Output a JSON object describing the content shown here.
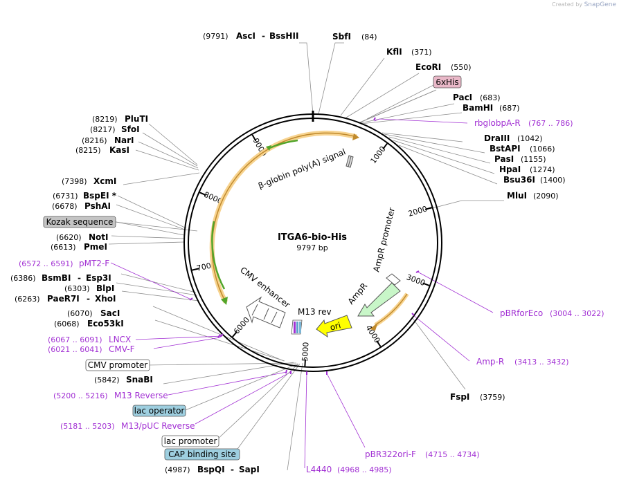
{
  "credit": {
    "prefix": "Created by",
    "brand": "SnapGene"
  },
  "plasmid": {
    "name": "ITGA6-bio-His",
    "size": "9797 bp"
  },
  "ticks": [
    {
      "label": "1000",
      "bp": 1000
    },
    {
      "label": "2000",
      "bp": 2000
    },
    {
      "label": "3000",
      "bp": 3000
    },
    {
      "label": "4000",
      "bp": 4000
    },
    {
      "label": "5000",
      "bp": 5000
    },
    {
      "label": "6000",
      "bp": 6000
    },
    {
      "label": "7000",
      "bp": 7000
    },
    {
      "label": "8000",
      "bp": 8000
    },
    {
      "label": "9000",
      "bp": 9000
    }
  ],
  "features": [
    {
      "name": "β-globin poly(A) signal",
      "type": "polyA"
    },
    {
      "name": "AmpR promoter",
      "type": "promoter"
    },
    {
      "name": "AmpR",
      "type": "cds"
    },
    {
      "name": "ori",
      "type": "ori"
    },
    {
      "name": "M13 rev",
      "type": "primer_bind"
    },
    {
      "name": "CMV enhancer",
      "type": "enhancer"
    }
  ],
  "labels": {
    "sites": [
      {
        "pos": "(9791)",
        "name": "AscI",
        "name2": "BssHII"
      },
      {
        "pos": "(84)",
        "name": "SbfI"
      },
      {
        "pos": "(371)",
        "name": "KflI"
      },
      {
        "pos": "(550)",
        "name": "EcoRI"
      },
      {
        "pos": "(683)",
        "name": "PacI"
      },
      {
        "pos": "(687)",
        "name": "BamHI"
      },
      {
        "pos": "(1042)",
        "name": "DraIII"
      },
      {
        "pos": "(1066)",
        "name": "BstAPI"
      },
      {
        "pos": "(1155)",
        "name": "PasI"
      },
      {
        "pos": "(1274)",
        "name": "HpaI"
      },
      {
        "pos": "(1400)",
        "name": "Bsu36I"
      },
      {
        "pos": "(2090)",
        "name": "MluI"
      },
      {
        "pos": "(3759)",
        "name": "FspI"
      },
      {
        "pos": "(4987)",
        "name": "BspQI",
        "name2": "SapI"
      },
      {
        "pos": "(5842)",
        "name": "SnaBI"
      },
      {
        "pos": "(6068)",
        "name": "Eco53kI"
      },
      {
        "pos": "(6070)",
        "name": "SacI"
      },
      {
        "pos": "(6263)",
        "name": "PaeR7I",
        "name2": "XhoI"
      },
      {
        "pos": "(6303)",
        "name": "BlpI"
      },
      {
        "pos": "(6386)",
        "name": "BsmBI",
        "name2": "Esp3I"
      },
      {
        "pos": "(6613)",
        "name": "PmeI"
      },
      {
        "pos": "(6620)",
        "name": "NotI"
      },
      {
        "pos": "(6678)",
        "name": "PshAI"
      },
      {
        "pos": "(6731)",
        "name": "BspEI *"
      },
      {
        "pos": "(7398)",
        "name": "XcmI"
      },
      {
        "pos": "(8215)",
        "name": "KasI"
      },
      {
        "pos": "(8216)",
        "name": "NarI"
      },
      {
        "pos": "(8217)",
        "name": "SfoI"
      },
      {
        "pos": "(8219)",
        "name": "PluTI"
      }
    ],
    "primers": [
      {
        "name": "rbglobpA-R",
        "range": "(767 .. 786)"
      },
      {
        "name": "pBRforEco",
        "range": "(3004 .. 3022)"
      },
      {
        "name": "Amp-R",
        "range": "(3413 .. 3432)"
      },
      {
        "name": "pBR322ori-F",
        "range": "(4715 .. 4734)"
      },
      {
        "name": "L4440",
        "range": "(4968 .. 4985)"
      },
      {
        "name": "M13/pUC Reverse",
        "range": "(5181 .. 5203)"
      },
      {
        "name": "M13 Reverse",
        "range": "(5200 .. 5216)"
      },
      {
        "name": "CMV-F",
        "range": "(6021 .. 6041)"
      },
      {
        "name": "LNCX",
        "range": "(6067 .. 6091)"
      },
      {
        "name": "pMT2-F",
        "range": "(6572 .. 6591)"
      }
    ],
    "boxes": [
      {
        "name": "6xHis"
      },
      {
        "name": "Kozak sequence"
      },
      {
        "name": "CMV promoter"
      },
      {
        "name": "lac operator"
      },
      {
        "name": "lac promoter"
      },
      {
        "name": "CAP binding site"
      }
    ]
  },
  "colors": {
    "primer": "#a12fd3",
    "polyA_fill": "#f7d38f",
    "polyA_stroke": "#c08a2d",
    "green": "#52a52a",
    "ampR": "#c8f6c8",
    "ori": "#ffff00",
    "his_box": "#e9b8c8",
    "kozak_box": "#c4c4c4",
    "lac_box": "#9ecfe0",
    "cap_box": "#9ecfe0"
  }
}
